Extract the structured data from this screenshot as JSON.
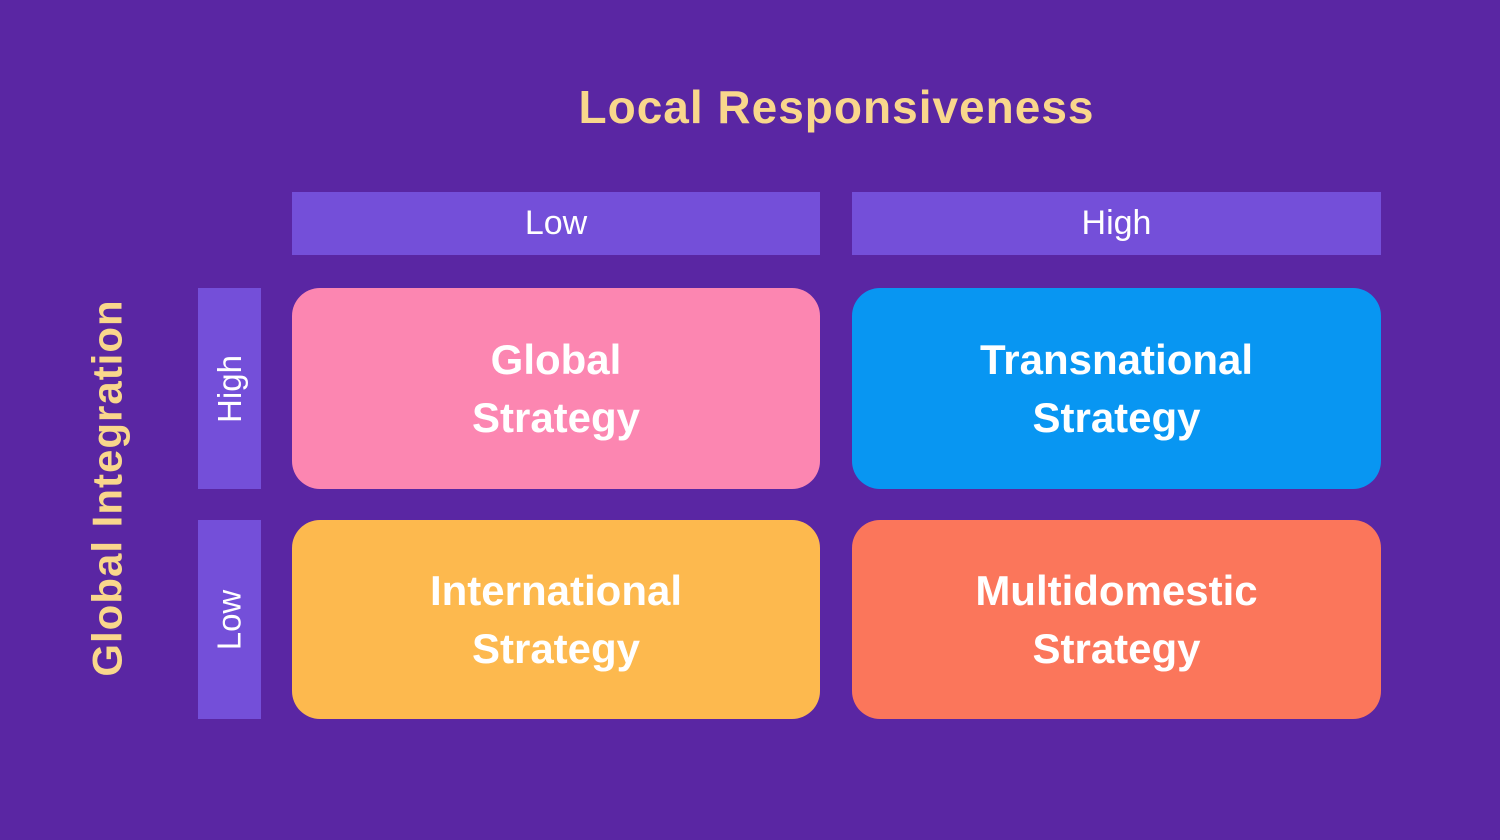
{
  "matrix": {
    "x_axis": {
      "title": "Local Responsiveness",
      "levels": {
        "left": "Low",
        "right": "High"
      }
    },
    "y_axis": {
      "title": "Global Integration",
      "levels": {
        "top": "High",
        "bottom": "Low"
      }
    },
    "quadrants": {
      "top_left": {
        "line1": "Global",
        "line2": "Strategy",
        "x_level": "Low",
        "y_level": "High",
        "color": "#FC86B1"
      },
      "top_right": {
        "line1": "Transnational",
        "line2": "Strategy",
        "x_level": "High",
        "y_level": "High",
        "color": "#0896F2"
      },
      "bottom_left": {
        "line1": "International",
        "line2": "Strategy",
        "x_level": "Low",
        "y_level": "Low",
        "color": "#FDB94E"
      },
      "bottom_right": {
        "line1": "Multidomestic",
        "line2": "Strategy",
        "x_level": "High",
        "y_level": "Low",
        "color": "#FB765B"
      }
    },
    "colors": {
      "background": "#5A26A3",
      "axis_title_text": "#F9D78C",
      "header_bar": "#744FD9",
      "header_text": "#FFFFFF",
      "quadrant_text": "#FFFFFF"
    }
  }
}
